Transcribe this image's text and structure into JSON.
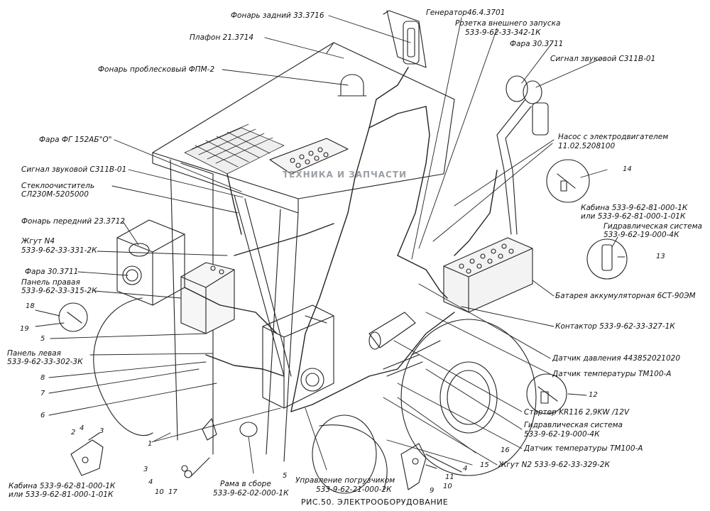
{
  "caption": "РИС.50. ЭЛЕКТРООБОРУДОВАНИЕ",
  "watermark": "ТЕХНИКА И ЗАПЧАСТИ",
  "labels": {
    "fonar_zadniy": "Фонарь задний 33.3716",
    "plafon": "Плафон 21.3714",
    "fonar_problesk": "Фонарь проблесковый ФПМ-2",
    "fara_fg": "Фара ФГ 152АБ\"О\"",
    "signal_left": "Сигнал звуковой С311В-01",
    "stekloochist_1": "Стеклоочиститель",
    "stekloochist_2": "СЛ230М-5205000",
    "fonar_peredniy": "Фонарь передний 23.3712",
    "zhgut4_1": "Жгут N4",
    "zhgut4_2": "533-9-62-33-331-2К",
    "fara_left": "Фара 30.3711",
    "panel_prav_1": "Панель правая",
    "panel_prav_2": "533-9-62-33-315-2К",
    "panel_lev_1": "Панель левая",
    "panel_lev_2": "533-9-62-33-302-3К",
    "kabina_left_1": "Кабина  533-9-62-81-000-1К",
    "kabina_left_2": "или  533-9-62-81-000-1-01К",
    "rama_1": "Рама в сборе",
    "rama_2": "533-9-62-02-000-1К",
    "upravl_1": "Управление погрузчиком",
    "upravl_2": "533-9-62-21-000-2К",
    "generator": "Генератор46.4.3701",
    "rozetka_1": "Розетка внешнего запуска",
    "rozetka_2": "533-9-62-33-342-1К",
    "fara_right": "Фара 30.3711",
    "signal_right": "Сигнал звуковой С311В-01",
    "nasos_1": "Насос с электродвигателем",
    "nasos_2": "11.02.5208100",
    "kabina_right_1": "Кабина  533-9-62-81-000-1К",
    "kabina_right_2": "или  533-9-62-81-000-1-01К",
    "gidro_top_1": "Гидравлическая система",
    "gidro_top_2": "533-9-62-19-000-4К",
    "battery": "Батарея аккумуляторная 6СТ-90ЭМ",
    "kontaktor": "Контактор 533-9-62-33-327-1К",
    "datchik_davl": "Датчик давления 443852021020",
    "datchik_temp_1": "Датчик температуры ТМ100-А",
    "starter": "Стартер KR116  2,9KW  /12V",
    "gidro_bot_1": "Гидравлическая система",
    "gidro_bot_2": "533-9-62-19-000-4К",
    "datchik_temp_2": "Датчик температуры ТМ100-А",
    "zhgut2": "Жгут N2  533-9-62-33-329-2К"
  },
  "numbers": {
    "n14": "14",
    "n13": "13",
    "n18": "18",
    "n19": "19",
    "n5a": "5",
    "n8": "8",
    "n7": "7",
    "n6": "6",
    "n1": "1",
    "n2": "2",
    "n4a": "4",
    "n3a": "3",
    "n3b": "3",
    "n4b": "4",
    "n10a": "10",
    "n17": "17",
    "n5b": "5",
    "n12": "12",
    "n16": "16",
    "n15": "15",
    "n4c": "4",
    "n11": "11",
    "n10b": "10",
    "n9": "9"
  }
}
